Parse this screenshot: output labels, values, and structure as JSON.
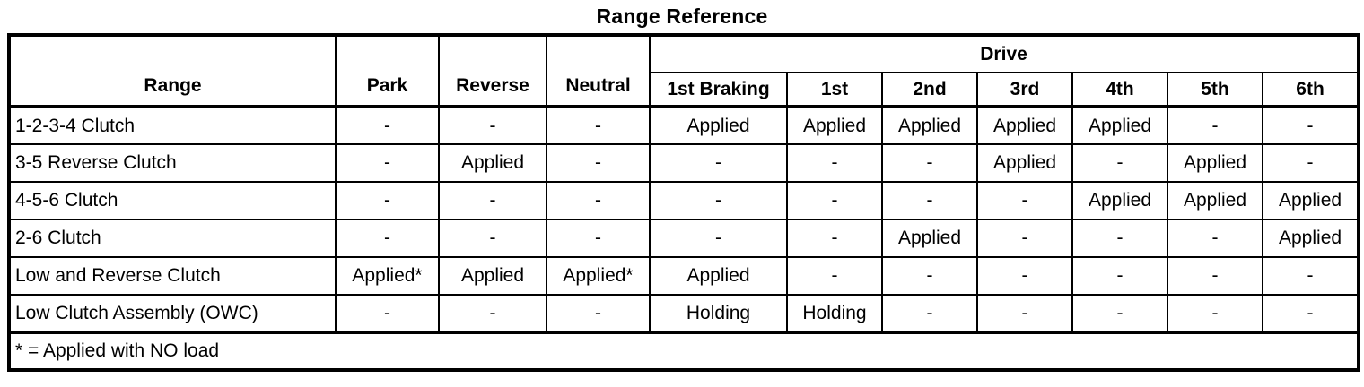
{
  "title": "Range Reference",
  "table": {
    "drive_header": "Drive",
    "columns": [
      "Range",
      "Park",
      "Reverse",
      "Neutral",
      "1st Braking",
      "1st",
      "2nd",
      "3rd",
      "4th",
      "5th",
      "6th"
    ],
    "rows": [
      {
        "label": "1-2-3-4 Clutch",
        "cells": [
          "-",
          "-",
          "-",
          "Applied",
          "Applied",
          "Applied",
          "Applied",
          "Applied",
          "-",
          "-"
        ]
      },
      {
        "label": "3-5 Reverse Clutch",
        "cells": [
          "-",
          "Applied",
          "-",
          "-",
          "-",
          "-",
          "Applied",
          "-",
          "Applied",
          "-"
        ]
      },
      {
        "label": "4-5-6 Clutch",
        "cells": [
          "-",
          "-",
          "-",
          "-",
          "-",
          "-",
          "-",
          "Applied",
          "Applied",
          "Applied"
        ]
      },
      {
        "label": "2-6 Clutch",
        "cells": [
          "-",
          "-",
          "-",
          "-",
          "-",
          "Applied",
          "-",
          "-",
          "-",
          "Applied"
        ]
      },
      {
        "label": "Low and Reverse Clutch",
        "cells": [
          "Applied*",
          "Applied",
          "Applied*",
          "Applied",
          "-",
          "-",
          "-",
          "-",
          "-",
          "-"
        ]
      },
      {
        "label": "Low Clutch Assembly (OWC)",
        "cells": [
          "-",
          "-",
          "-",
          "Holding",
          "Holding",
          "-",
          "-",
          "-",
          "-",
          "-"
        ]
      }
    ],
    "footnote": "* = Applied with NO load",
    "colors": {
      "border": "#000000",
      "background": "#ffffff",
      "text": "#000000"
    }
  }
}
